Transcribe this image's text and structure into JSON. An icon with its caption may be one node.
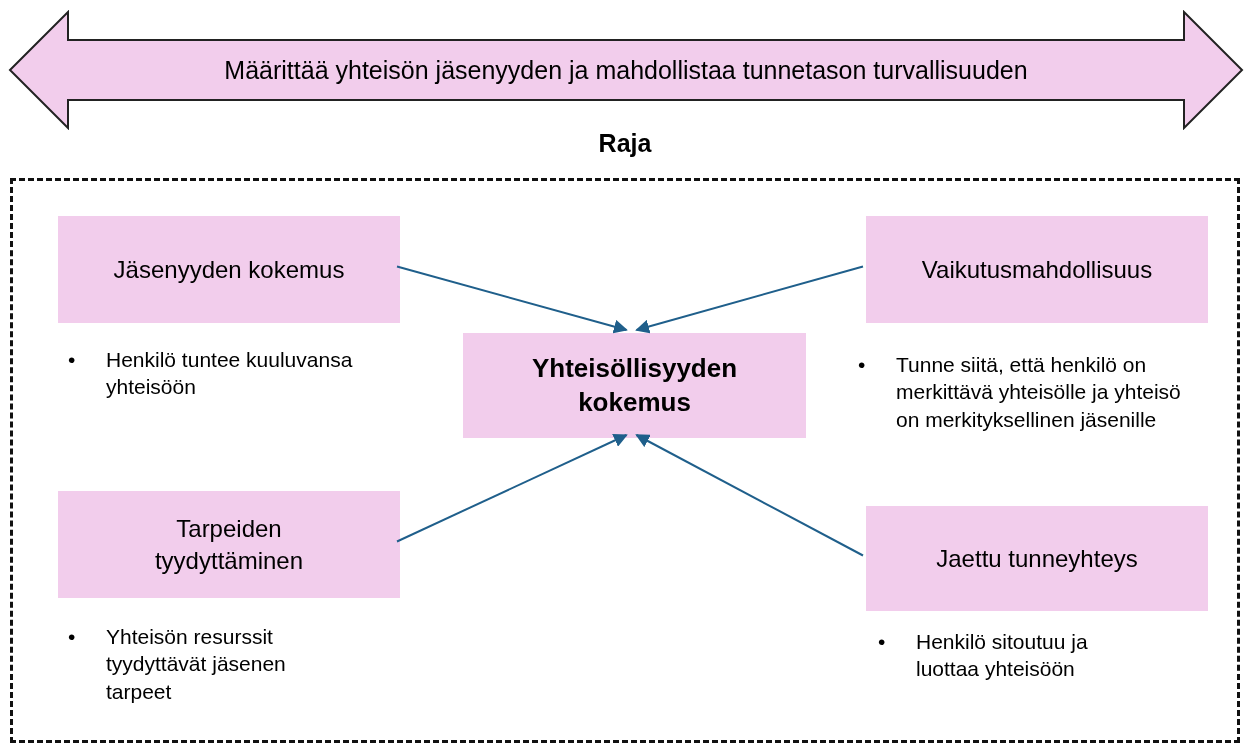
{
  "diagram": {
    "nodes": [
      {
        "text": [
          "Määrittää yhteisön jäsenyyden ja mahdollistaa tunnetason turvallisuuden"
        ]
      },
      {
        "text": [
          "Raja"
        ]
      },
      {
        "text": [
          "Jäsenyyden kokemus"
        ],
        "in": 1,
        "beside": [
          "Henkilö tuntee kuuluvansa yhteisöön"
        ]
      },
      {
        "text": [
          "Vaikutusmahdollisuus"
        ],
        "in": 1,
        "beside": [
          "Tunne siitä, että henkilö on merkittävä yhteisölle ja yhteisö on merkityksellinen jäsenille"
        ]
      },
      {
        "text": [
          "Yhteisöllisyyden kokemus"
        ],
        "in": 1
      },
      {
        "text": [
          "Tarpeiden tyydyttäminen"
        ],
        "in": 1,
        "beside": [
          "Yhteisön resurssit tyydyttävät jäsenen tarpeet"
        ]
      },
      {
        "text": [
          "Jaettu tunneyhteys"
        ],
        "in": 1,
        "beside": [
          "Henkilö sitoutuu ja luottaa yhteisöön"
        ]
      }
    ],
    "edges": [
      {
        "from": 2,
        "to": 4,
        "arrow": "to"
      },
      {
        "from": 3,
        "to": 4,
        "arrow": "to"
      },
      {
        "from": 5,
        "to": 4,
        "arrow": "to"
      },
      {
        "from": 6,
        "to": 4,
        "arrow": "to"
      }
    ],
    "labels": [
      "•",
      "•",
      "•",
      "•"
    ]
  }
}
